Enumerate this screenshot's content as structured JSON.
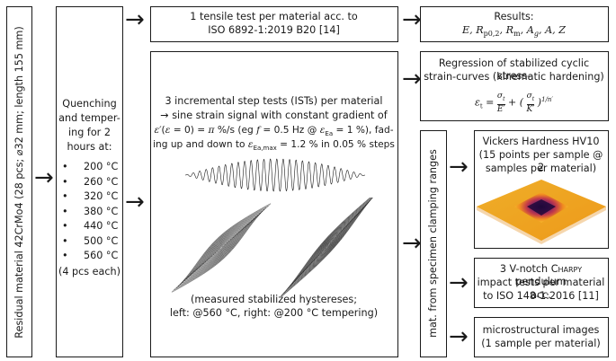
{
  "left_label": "Residual material 42CrMo4 (28 pcs; ⌀32 mm; length 155 mm)",
  "quench": {
    "line1": "Quenching",
    "line2": "and temper-",
    "line3": "ing for 2",
    "line4": "hours at:",
    "temps": [
      "200 °C",
      "260 °C",
      "320 °C",
      "380 °C",
      "440 °C",
      "500 °C",
      "560 °C"
    ],
    "pcs": "(4 pcs each)"
  },
  "tensile": {
    "line1": "1 tensile test per material acc. to",
    "line2": "ISO 6892-1:2019 B20 [14]"
  },
  "results": {
    "title": "Results:",
    "symbols": "E, Rp0.2, Rm, Ag, A, Z"
  },
  "ist": {
    "line1": "3 incremental step tests (ISTs) per material",
    "line2": "→ sine strain signal with constant gradient of",
    "line3": "ε′(ε = 0) = π %/s (eg f = 0.5 Hz @ εEa = 1 %), fad-",
    "line4": "ing up and down to εEa,max = 1.2 % in 0.05 % steps",
    "caption1": "(measured stabilized hystereses;",
    "caption2": "left: @560 °C, right: @200 °C tempering)"
  },
  "regression": {
    "line1": "Regression of stabilized cyclic stress-",
    "line2": "strain-curves (kinematic hardening)",
    "formula": "εt = σt/E′ + (σt/K′)^(1/n′)"
  },
  "mat_label": "mat. from specimen clamping ranges",
  "vickers": {
    "line1": "Vickers Hardness HV10",
    "line2": "(15 points per sample @ 2",
    "line3": "samples per material)"
  },
  "charpy": {
    "line1": "3 V-notch Charpy pendulum",
    "line2": "impact tests per material acc.",
    "line3": "to ISO 148-1:2016 [11]"
  },
  "micro": {
    "line1": "microstructural images",
    "line2": "(1 sample per material)"
  },
  "arrow_glyph": "🡒"
}
